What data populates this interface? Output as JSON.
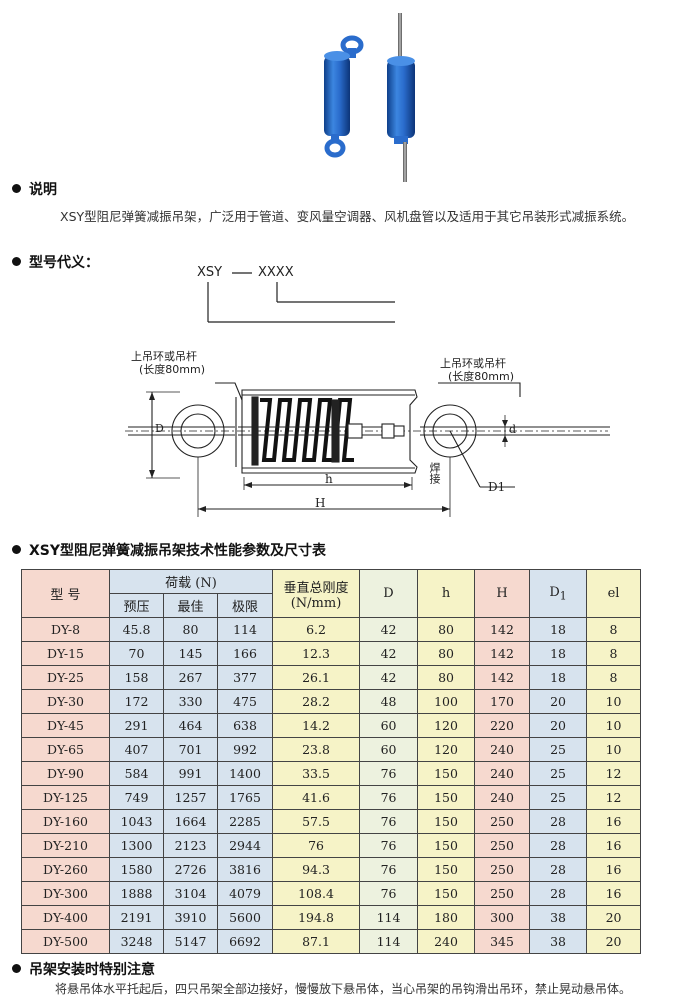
{
  "section_description": {
    "heading": "说明",
    "body": "XSY型阻尼弹簧减振吊架，广泛用于管道、变风量空调器、风机盘管以及适用于其它吊装形式减振系统。"
  },
  "section_model_code": {
    "heading": "型号代义：",
    "code_left": "XSY",
    "code_right": "XXXX"
  },
  "drawing": {
    "label_left_1": "上吊环或吊杆",
    "label_left_2": "(长度80mm)",
    "label_right_1": "上吊环或吊杆",
    "label_right_2": "(长度80mm)",
    "dim_D": "D",
    "dim_d": "d",
    "dim_h": "h",
    "dim_H": "H",
    "dim_D1": "D1",
    "weld": "焊接"
  },
  "section_table": {
    "heading": "XSY型阻尼弹簧减振吊架技术性能参数及尺寸表"
  },
  "table": {
    "headers": {
      "model": "型 号",
      "load": "荷载 (N)",
      "preload": "预压",
      "optimal": "最佳",
      "limit": "极限",
      "stiffness_1": "垂直总刚度",
      "stiffness_2": "(N/mm)",
      "D": "D",
      "h": "h",
      "H": "H",
      "D1": "D",
      "D1_sub": "1",
      "el": "el"
    },
    "rows": [
      {
        "model": "DY-8",
        "preload": "45.8",
        "optimal": "80",
        "limit": "114",
        "stiffness": "6.2",
        "D": "42",
        "h": "80",
        "H": "142",
        "D1": "18",
        "el": "8"
      },
      {
        "model": "DY-15",
        "preload": "70",
        "optimal": "145",
        "limit": "166",
        "stiffness": "12.3",
        "D": "42",
        "h": "80",
        "H": "142",
        "D1": "18",
        "el": "8"
      },
      {
        "model": "DY-25",
        "preload": "158",
        "optimal": "267",
        "limit": "377",
        "stiffness": "26.1",
        "D": "42",
        "h": "80",
        "H": "142",
        "D1": "18",
        "el": "8"
      },
      {
        "model": "DY-30",
        "preload": "172",
        "optimal": "330",
        "limit": "475",
        "stiffness": "28.2",
        "D": "48",
        "h": "100",
        "H": "170",
        "D1": "20",
        "el": "10"
      },
      {
        "model": "DY-45",
        "preload": "291",
        "optimal": "464",
        "limit": "638",
        "stiffness": "14.2",
        "D": "60",
        "h": "120",
        "H": "220",
        "D1": "20",
        "el": "10"
      },
      {
        "model": "DY-65",
        "preload": "407",
        "optimal": "701",
        "limit": "992",
        "stiffness": "23.8",
        "D": "60",
        "h": "120",
        "H": "240",
        "D1": "25",
        "el": "10"
      },
      {
        "model": "DY-90",
        "preload": "584",
        "optimal": "991",
        "limit": "1400",
        "stiffness": "33.5",
        "D": "76",
        "h": "150",
        "H": "240",
        "D1": "25",
        "el": "12"
      },
      {
        "model": "DY-125",
        "preload": "749",
        "optimal": "1257",
        "limit": "1765",
        "stiffness": "41.6",
        "D": "76",
        "h": "150",
        "H": "240",
        "D1": "25",
        "el": "12"
      },
      {
        "model": "DY-160",
        "preload": "1043",
        "optimal": "1664",
        "limit": "2285",
        "stiffness": "57.5",
        "D": "76",
        "h": "150",
        "H": "250",
        "D1": "28",
        "el": "16"
      },
      {
        "model": "DY-210",
        "preload": "1300",
        "optimal": "2123",
        "limit": "2944",
        "stiffness": "76",
        "D": "76",
        "h": "150",
        "H": "250",
        "D1": "28",
        "el": "16"
      },
      {
        "model": "DY-260",
        "preload": "1580",
        "optimal": "2726",
        "limit": "3816",
        "stiffness": "94.3",
        "D": "76",
        "h": "150",
        "H": "250",
        "D1": "28",
        "el": "16"
      },
      {
        "model": "DY-300",
        "preload": "1888",
        "optimal": "3104",
        "limit": "4079",
        "stiffness": "108.4",
        "D": "76",
        "h": "150",
        "H": "250",
        "D1": "28",
        "el": "16"
      },
      {
        "model": "DY-400",
        "preload": "2191",
        "optimal": "3910",
        "limit": "5600",
        "stiffness": "194.8",
        "D": "114",
        "h": "180",
        "H": "300",
        "D1": "38",
        "el": "20"
      },
      {
        "model": "DY-500",
        "preload": "3248",
        "optimal": "5147",
        "limit": "6692",
        "stiffness": "87.1",
        "D": "114",
        "h": "240",
        "H": "345",
        "D1": "38",
        "el": "20"
      }
    ]
  },
  "section_install": {
    "heading": "吊架安装时特别注意",
    "body": "将悬吊体水平托起后，四只吊架全部边接好，慢慢放下悬吊体，当心吊架的吊钩滑出吊环，禁止晃动悬吊体。"
  },
  "colors": {
    "product_blue": "#1f5fb8",
    "model_col": "#f6d9cf",
    "load_col": "#d7e3ee",
    "stiffness_col": "#f6f3c7"
  }
}
